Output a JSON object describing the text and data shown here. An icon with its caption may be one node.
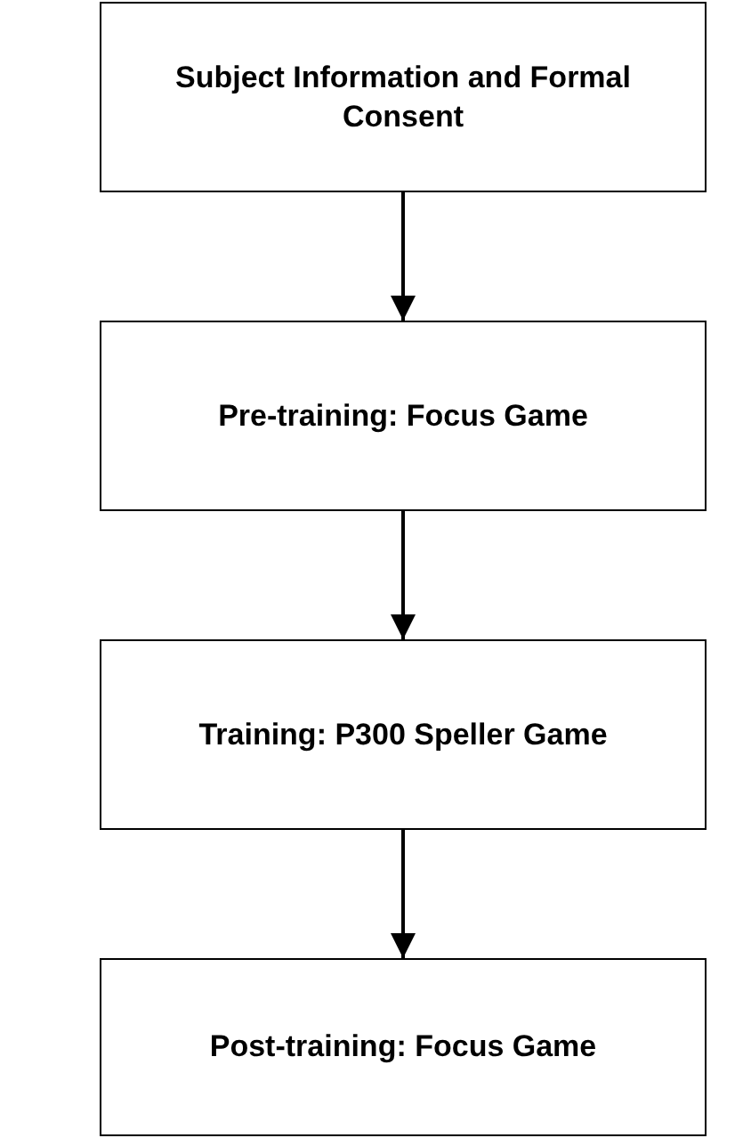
{
  "diagram": {
    "nodes": [
      {
        "text": [
          "Subject Information and Formal Consent"
        ]
      },
      {
        "text": [
          "Pre-training: Focus Game"
        ]
      },
      {
        "text": [
          "Training: P300 Speller Game"
        ]
      },
      {
        "text": [
          "Post-training: Focus Game"
        ]
      }
    ],
    "edges": [
      {
        "from": 0,
        "to": 1,
        "arrow": "to"
      },
      {
        "from": 1,
        "to": 2,
        "arrow": "to"
      },
      {
        "from": 2,
        "to": 3,
        "arrow": "to"
      }
    ]
  }
}
